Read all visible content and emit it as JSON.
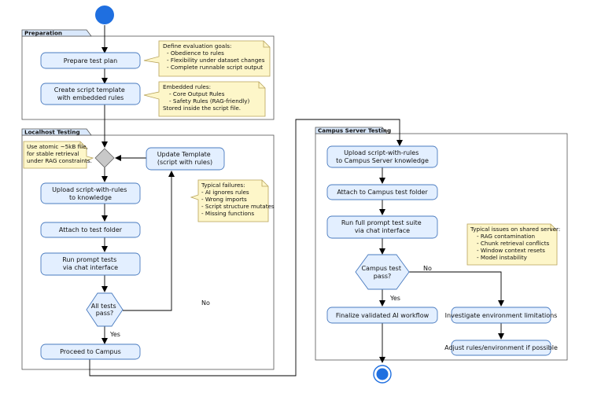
{
  "partitions": {
    "preparation": "Preparation",
    "localhost": "Localhost Testing",
    "campus": "Campus Server Testing"
  },
  "preparation": {
    "prepare_plan": "Prepare test plan",
    "create_template": [
      "Create script template",
      "with embedded rules"
    ],
    "goals_note": [
      "Define evaluation goals:",
      "- Obedience to rules",
      "- Flexibility under dataset changes",
      "- Complete runnable script output"
    ],
    "rules_note": [
      "Embedded rules:",
      "- Core Output Rules",
      "- Safety Rules (RAG-friendly)",
      "Stored inside the script file."
    ]
  },
  "localhost": {
    "atomic_note": [
      "Use atomic ~5kB file,",
      "for stable retrieval",
      "under RAG constraints."
    ],
    "update_template": [
      "Update Template",
      "(script with rules)"
    ],
    "upload": [
      "Upload script-with-rules",
      "to knowledge"
    ],
    "attach": "Attach to test folder",
    "run_tests": [
      "Run prompt tests",
      "via chat interface"
    ],
    "decision": [
      "All tests",
      "pass?"
    ],
    "no_label": "No",
    "yes_label": "Yes",
    "proceed": "Proceed to Campus",
    "failures_note": [
      "Typical failures:",
      "- AI ignores rules",
      "- Wrong imports",
      "- Script structure mutates",
      "- Missing functions"
    ]
  },
  "campus": {
    "upload": [
      "Upload script-with-rules",
      "to Campus Server knowledge"
    ],
    "attach": "Attach to Campus test folder",
    "run_suite": [
      "Run full prompt test suite",
      "via chat interface"
    ],
    "decision": [
      "Campus test",
      "pass?"
    ],
    "no_label": "No",
    "yes_label": "Yes",
    "finalize": "Finalize validated AI workflow",
    "investigate": "Investigate environment limitations",
    "adjust": "Adjust rules/environment if possible",
    "issues_note": [
      "Typical issues on shared server:",
      "- RAG contamination",
      "- Chunk retrieval conflicts",
      "- Window context resets",
      "- Model instability"
    ]
  },
  "colors": {
    "activity_fill": "#e3efff",
    "activity_stroke": "#4a7bbf",
    "note_fill": "#fdf6c9",
    "note_stroke": "#b8a35a",
    "lane_tab_fill": "#d9e8fb",
    "start_fill": "#1f6fe0",
    "decision_fill": "#c8c8c8"
  }
}
